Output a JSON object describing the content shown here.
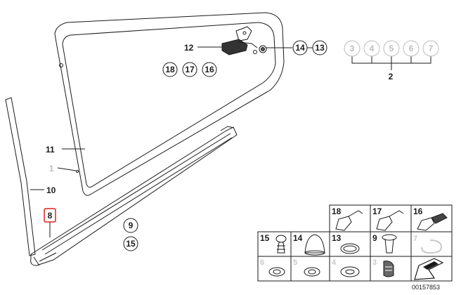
{
  "diagram": {
    "callouts": {
      "c1": "1",
      "c2": "2",
      "c3": "3",
      "c4": "4",
      "c5": "5",
      "c6": "6",
      "c7": "7",
      "c8": "8",
      "c9": "9",
      "c10": "10",
      "c11": "11",
      "c12": "12",
      "c13": "13",
      "c14": "14",
      "c15": "15",
      "c16": "16",
      "c17": "17",
      "c18": "18"
    },
    "grid": {
      "r0": [
        "18",
        "17",
        "16"
      ],
      "r1": [
        "15",
        "14",
        "13",
        "9",
        "7"
      ],
      "r2": [
        "6",
        "5",
        "4",
        "3"
      ]
    },
    "diagram_code": "00157853",
    "colors": {
      "line": "#1a1a1a",
      "muted": "#bdbdbd",
      "highlight": "#e02020"
    }
  }
}
